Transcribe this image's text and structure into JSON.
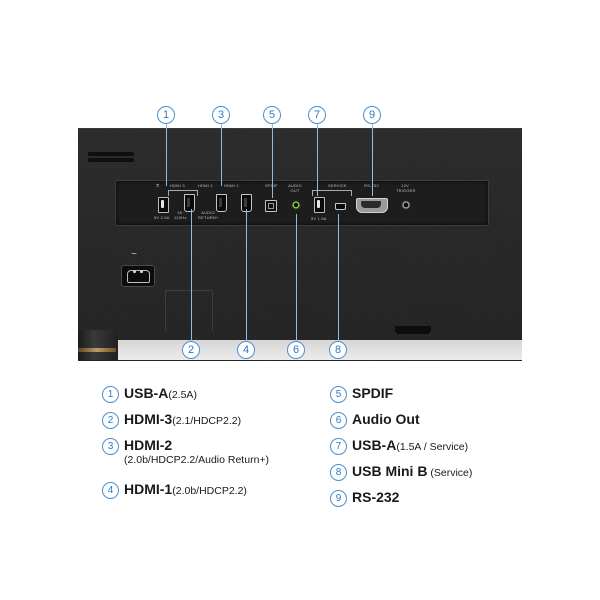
{
  "panel": {
    "labels": {
      "usb_symbol": "⎊",
      "hdmi3": "HDMI 3",
      "hdmi2": "HDMI 2",
      "hdmi1": "HDMI 1",
      "spdif": "SPDIF",
      "audio_out": "AUDIO OUT",
      "service": "SERVICE",
      "rs232": "RS-232",
      "trigger": "12V TRIGGER",
      "usb_power": "5V 2.5A",
      "hdmi3_sub": "4K 120Hz",
      "hdmi2_sub": "AUDIO RETURN+",
      "usb2_power": "5V 1.5A",
      "power_symbol": "~"
    }
  },
  "callouts": [
    "1",
    "2",
    "3",
    "4",
    "5",
    "6",
    "7",
    "8",
    "9"
  ],
  "legend_left": [
    {
      "num": "1",
      "main": "USB-A",
      "sub": "(2.5A)",
      "second": ""
    },
    {
      "num": "2",
      "main": "HDMI-3",
      "sub": "(2.1/HDCP2.2)",
      "second": ""
    },
    {
      "num": "3",
      "main": "HDMI-2",
      "sub": "",
      "second": "(2.0b/HDCP2.2/Audio Return+)"
    },
    {
      "num": "4",
      "main": "HDMI-1",
      "sub": "(2.0b/HDCP2.2)",
      "second": ""
    }
  ],
  "legend_right": [
    {
      "num": "5",
      "main": "SPDIF",
      "sub": ""
    },
    {
      "num": "6",
      "main": "Audio Out",
      "sub": ""
    },
    {
      "num": "7",
      "main": "USB-A",
      "sub": "(1.5A / Service)"
    },
    {
      "num": "8",
      "main": "USB Mini B",
      "sub": " (Service)"
    },
    {
      "num": "9",
      "main": "RS-232",
      "sub": ""
    }
  ],
  "colors": {
    "accent": "#2f78be",
    "body": "#262626",
    "audio_jack": "#7fbf3f"
  }
}
